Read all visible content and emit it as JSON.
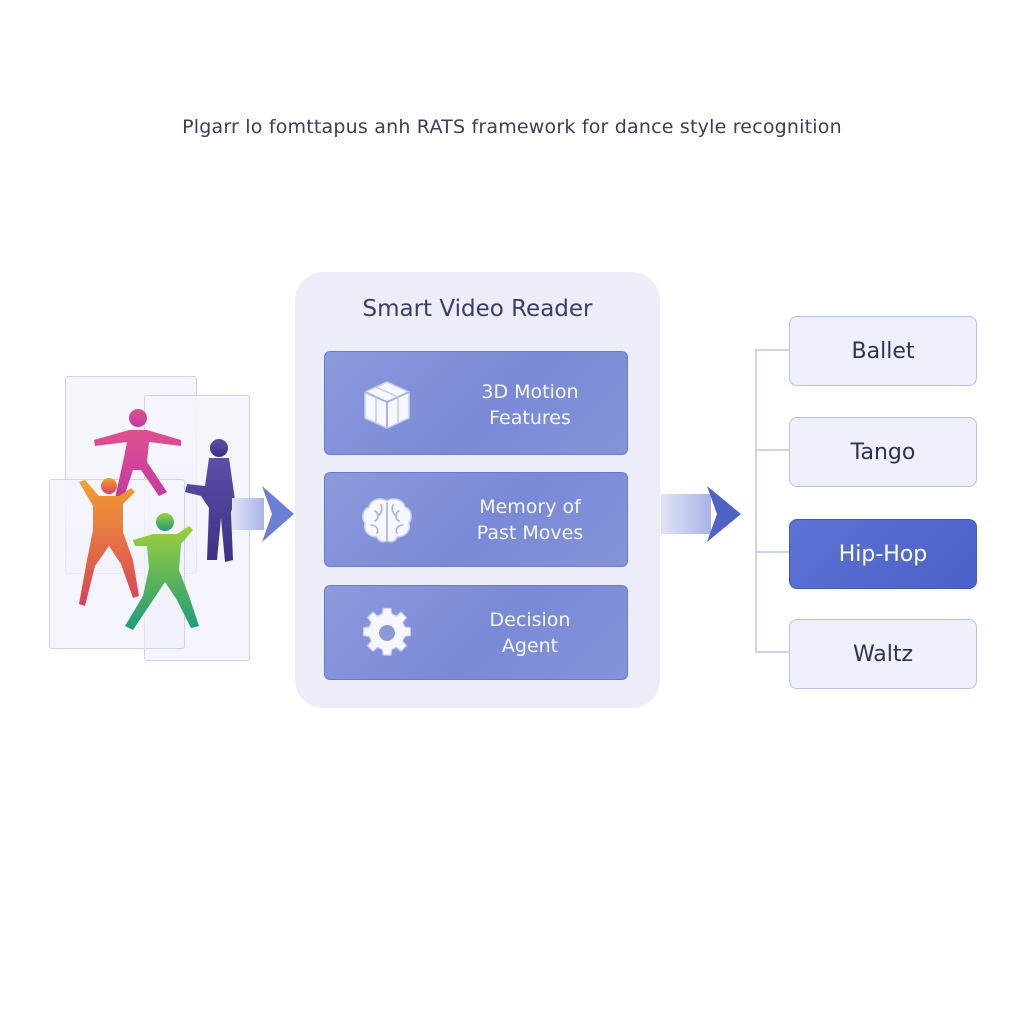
{
  "caption": "Plgarr lo fomttapus anh RATS  framework for dance style recognition",
  "input": {
    "frames_icon": "video-frames-icon",
    "dancers_icon": "dancer-figures-icon"
  },
  "panel": {
    "title": "Smart Video Reader",
    "modules": [
      {
        "line1": "3D Motion",
        "line2": "Features",
        "icon": "cube-icon"
      },
      {
        "line1": "Memory of",
        "line2": "Past Moves",
        "icon": "brain-icon"
      },
      {
        "line1": "Decision",
        "line2": "Agent",
        "icon": "gear-icon"
      }
    ]
  },
  "classes": [
    {
      "label": "Ballet",
      "highlighted": false
    },
    {
      "label": "Tango",
      "highlighted": false
    },
    {
      "label": "Hip-Hop",
      "highlighted": true
    },
    {
      "label": "Waltz",
      "highlighted": false
    }
  ],
  "colors": {
    "accent": "#4b61c9",
    "module_fill": "#7a89d6",
    "panel_bg": "#ecedf8",
    "box_border": "#b7c0e8"
  }
}
